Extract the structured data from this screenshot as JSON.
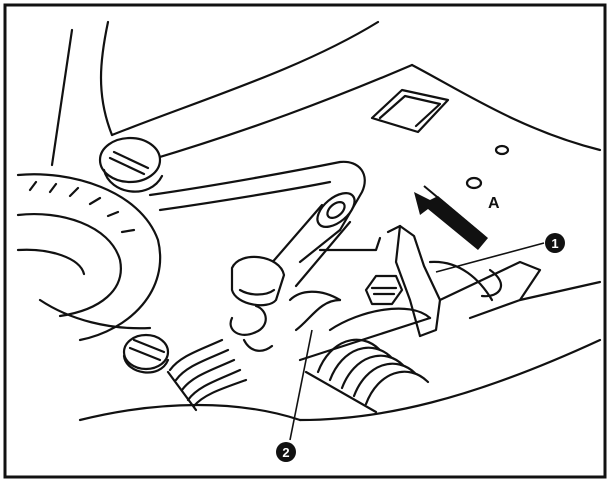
{
  "labels": {
    "direction": "A",
    "callout_1": "1",
    "callout_2": "2"
  },
  "colors": {
    "line": "#111111",
    "background": "#ffffff",
    "callout_fill": "#111111"
  }
}
